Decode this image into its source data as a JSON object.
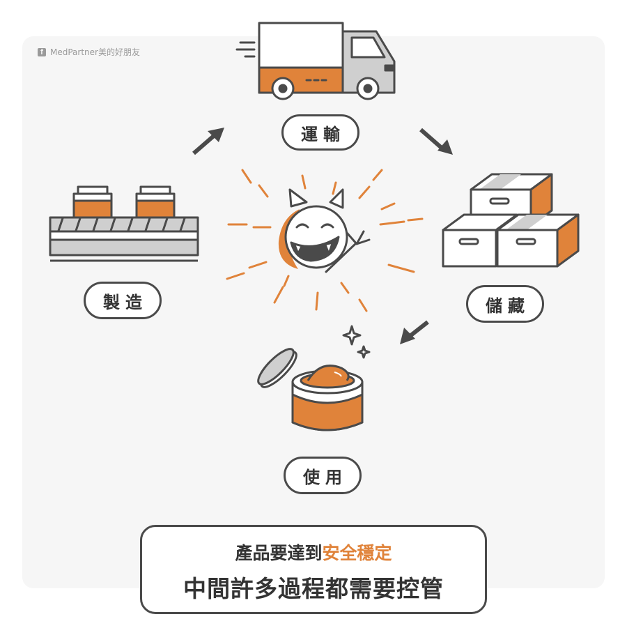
{
  "brand": {
    "icon": "facebook-icon",
    "text": "MedPartner美的好朋友"
  },
  "stages": {
    "transport": "運輸",
    "manufacture": "製造",
    "storage": "儲藏",
    "use": "使用"
  },
  "caption": {
    "line1_prefix": "產品要達到",
    "line1_highlight": "安全穩定",
    "line2": "中間許多過程都需要控管"
  },
  "colors": {
    "accent": "#e0833a",
    "outline": "#4a4a4a",
    "panel": "#f6f6f6"
  }
}
